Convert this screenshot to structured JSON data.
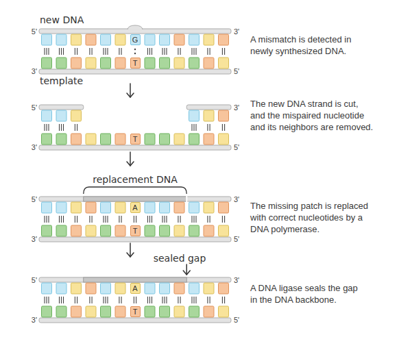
{
  "diagram": {
    "nodes": [
      {
        "text": [
          "G"
        ]
      },
      {
        "text": [
          "T"
        ]
      },
      {
        "text": [
          "T"
        ]
      },
      {
        "text": [
          "A"
        ]
      },
      {
        "text": [
          "T"
        ]
      },
      {
        "text": [
          "A"
        ]
      },
      {
        "text": [
          "T"
        ]
      }
    ],
    "labels": [
      "new DNA",
      "5'",
      "3'",
      "A mismatch is detected in newly synthesized DNA.",
      "3'",
      "5'",
      "template",
      "5'",
      "3'",
      "The new DNA strand is cut, and the mispaired nucleotide and its neighbors are removed.",
      "3'",
      "5'",
      "replacement DNA",
      "5'",
      "3'",
      "The missing patch is replaced with correct nucleotides by a DNA polymerase.",
      "3'",
      "5'",
      "sealed gap",
      "5'",
      "3'",
      "A DNA ligase seals the gap in the DNA backbone.",
      "3'",
      "5'"
    ]
  }
}
